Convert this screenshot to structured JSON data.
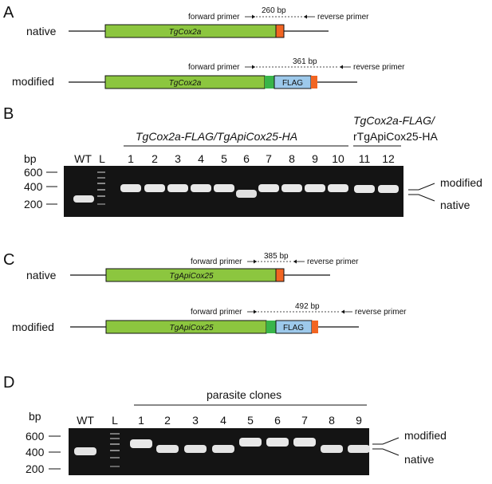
{
  "panels": {
    "A": {
      "letter": "A",
      "native": {
        "label": "native",
        "gene_name": "TgCox2a",
        "fwd": "forward primer",
        "rev": "reverse primer",
        "size": "260 bp"
      },
      "modified": {
        "label": "modified",
        "gene_name": "TgCox2a",
        "tag": "FLAG",
        "fwd": "forward primer",
        "rev": "reverse primer",
        "size": "361 bp"
      }
    },
    "B": {
      "letter": "B",
      "bp_label": "bp",
      "group1_label": "TgCox2a-FLAG/TgApiCox25-HA",
      "group2_label_line1": "TgCox2a-FLAG/",
      "group2_label_line2": "rTgApiCox25-HA",
      "lanes": [
        "WT",
        "L",
        "1",
        "2",
        "3",
        "4",
        "5",
        "6",
        "7",
        "8",
        "9",
        "10",
        "11",
        "12"
      ],
      "markers": [
        "600",
        "400",
        "200"
      ],
      "right_labels": [
        "modified",
        "native"
      ]
    },
    "C": {
      "letter": "C",
      "native": {
        "label": "native",
        "gene_name": "TgApiCox25",
        "fwd": "forward primer",
        "rev": "reverse primer",
        "size": "385 bp"
      },
      "modified": {
        "label": "modified",
        "gene_name": "TgApiCox25",
        "tag": "FLAG",
        "fwd": "forward primer",
        "rev": "reverse primer",
        "size": "492 bp"
      }
    },
    "D": {
      "letter": "D",
      "bp_label": "bp",
      "group_label": "parasite clones",
      "lanes": [
        "WT",
        "L",
        "1",
        "2",
        "3",
        "4",
        "5",
        "6",
        "7",
        "8",
        "9"
      ],
      "markers": [
        "600",
        "400",
        "200"
      ],
      "right_labels": [
        "modified",
        "native"
      ]
    }
  },
  "colors": {
    "gene": "#8cc63f",
    "gene_dark": "#39b54a",
    "flag": "#9dc9eb",
    "stop": "#f26522",
    "gel": "#111111",
    "band": "#e6e6e6"
  }
}
